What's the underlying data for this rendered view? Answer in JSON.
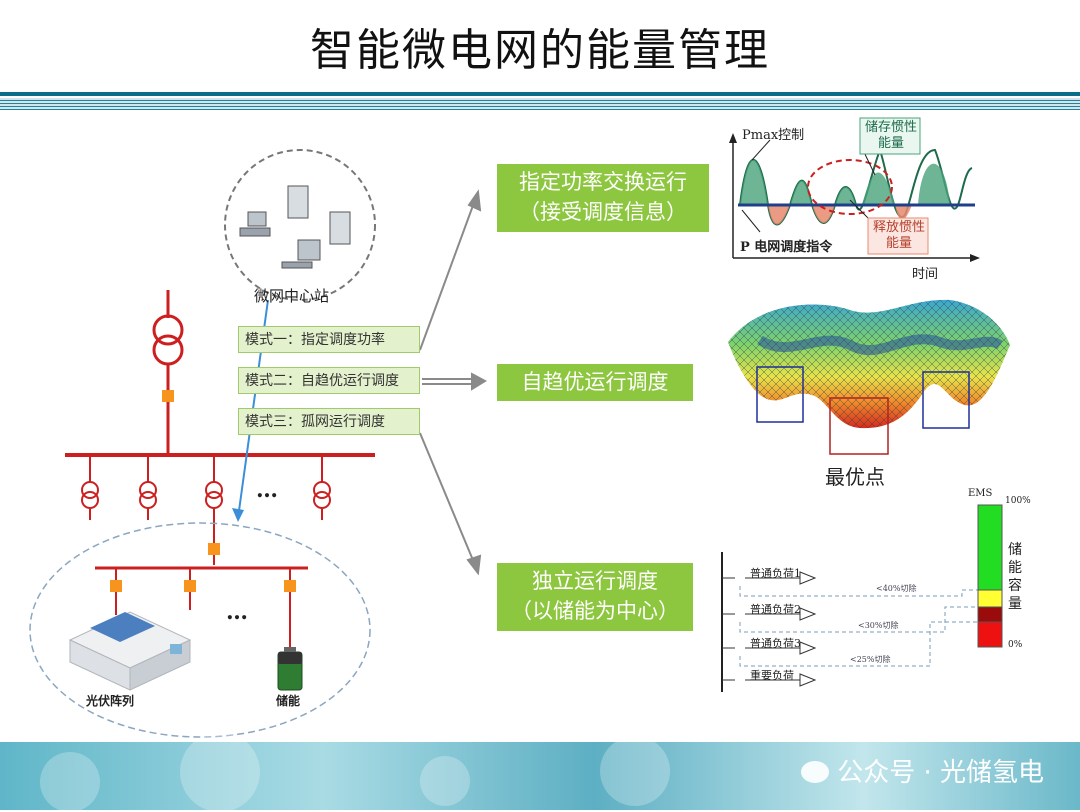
{
  "title": "智能微电网的能量管理",
  "center_station": "微网中心站",
  "modes": [
    "模式一：指定调度功率",
    "模式二：自趋优运行调度",
    "模式三：孤网运行调度"
  ],
  "boxes": {
    "box1": [
      "指定功率交换运行",
      "（接受调度信息）"
    ],
    "box2": [
      "自趋优运行调度"
    ],
    "box3": [
      "独立运行调度",
      "（以储能为中心）"
    ]
  },
  "pv_label": "光伏阵列",
  "storage_label": "储能",
  "ellipsis": "…",
  "chart1": {
    "pmax": "Pmax控制",
    "store": [
      "储存惯性",
      "能量"
    ],
    "release": [
      "释放惯性",
      "能量"
    ],
    "grid_cmd": "P 电网调度指令",
    "time": "时间"
  },
  "optimum": "最优点",
  "ems": {
    "title": "EMS",
    "top_pct": "100%",
    "bottom_pct": "0%",
    "vertical": [
      "储",
      "能",
      "容",
      "量"
    ],
    "loads": [
      "普通负荷1",
      "普通负荷2",
      "普通负荷3",
      "重要负荷"
    ],
    "cuts": [
      "<40%切除",
      "<30%切除",
      "<25%切除"
    ]
  },
  "watermark": "公众号 · 光储氢电",
  "colors": {
    "accent_green": "#8dc63f",
    "grid_red": "#cc1f1f",
    "bus_orange": "#f7941d"
  }
}
